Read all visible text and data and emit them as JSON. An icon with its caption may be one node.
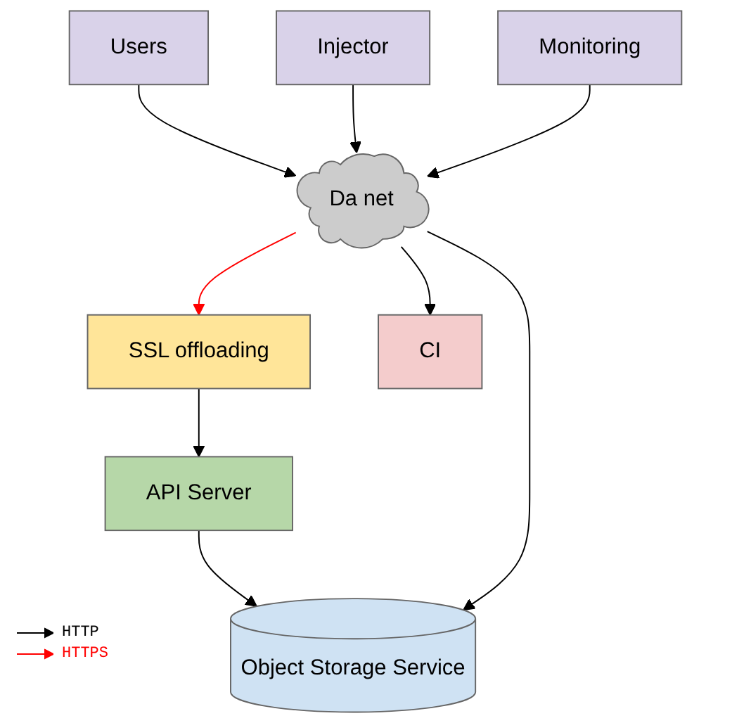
{
  "diagram": {
    "nodes": [
      {
        "text": [
          "Users"
        ]
      },
      {
        "text": [
          "Injector"
        ]
      },
      {
        "text": [
          "Monitoring"
        ]
      },
      {
        "text": [
          "Da net"
        ]
      },
      {
        "text": [
          "SSL offloading"
        ]
      },
      {
        "text": [
          "CI"
        ]
      },
      {
        "text": [
          "API Server"
        ]
      },
      {
        "text": [
          "Object Storage Service"
        ]
      }
    ],
    "edges": [
      {
        "from": 0,
        "to": 3,
        "arrow": "to"
      },
      {
        "from": 1,
        "to": 3,
        "arrow": "to"
      },
      {
        "from": 2,
        "to": 3,
        "arrow": "to"
      },
      {
        "from": 3,
        "to": 5,
        "arrow": "to"
      },
      {
        "from": 3,
        "to": 4,
        "arrow": "to",
        "color": "#ff0000"
      },
      {
        "from": 4,
        "to": 6,
        "arrow": "to"
      },
      {
        "from": 6,
        "to": 7,
        "arrow": "to"
      },
      {
        "from": 3,
        "to": 7,
        "arrow": "to"
      }
    ],
    "legend": [
      {
        "text": "HTTP"
      },
      {
        "text": "HTTPS"
      }
    ]
  }
}
